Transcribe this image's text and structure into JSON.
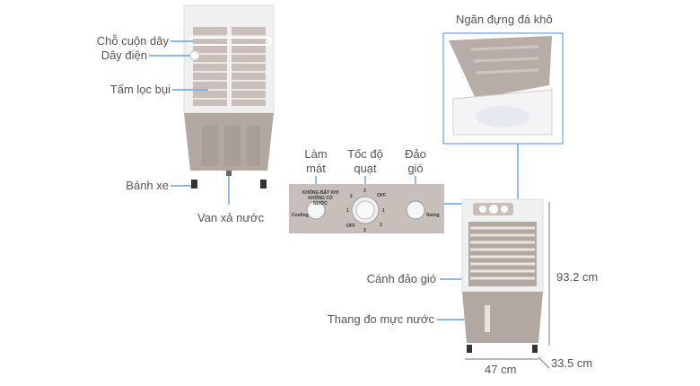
{
  "rear_view": {
    "labels": [
      "Chỗ cuộn dây",
      "Dây điện",
      "Tấm lọc bụi",
      "Bánh xe",
      "Van xả nước"
    ]
  },
  "control_panel": {
    "labels": [
      "Làm mát",
      "Tốc độ quạt",
      "Đảo gió"
    ],
    "warning": "KHÔNG BẬT KHI KHÔNG CÓ NƯỚC",
    "cooling": "Cooling",
    "swing": "Swing",
    "dial": [
      "OFF",
      "1",
      "2",
      "3",
      "OFF",
      "1",
      "2",
      "3"
    ]
  },
  "ice_box": {
    "label": "Ngăn đựng đá khô"
  },
  "front_view": {
    "labels": [
      "Cánh đảo gió",
      "Thang đo mực nước"
    ],
    "dimensions": {
      "height": "93.2 cm",
      "width": "47 cm",
      "depth": "33.5 cm"
    }
  },
  "colors": {
    "accent": "#4a8fd6",
    "body_top": "#f2f2f2",
    "body_bottom": "#b3a7a2"
  }
}
